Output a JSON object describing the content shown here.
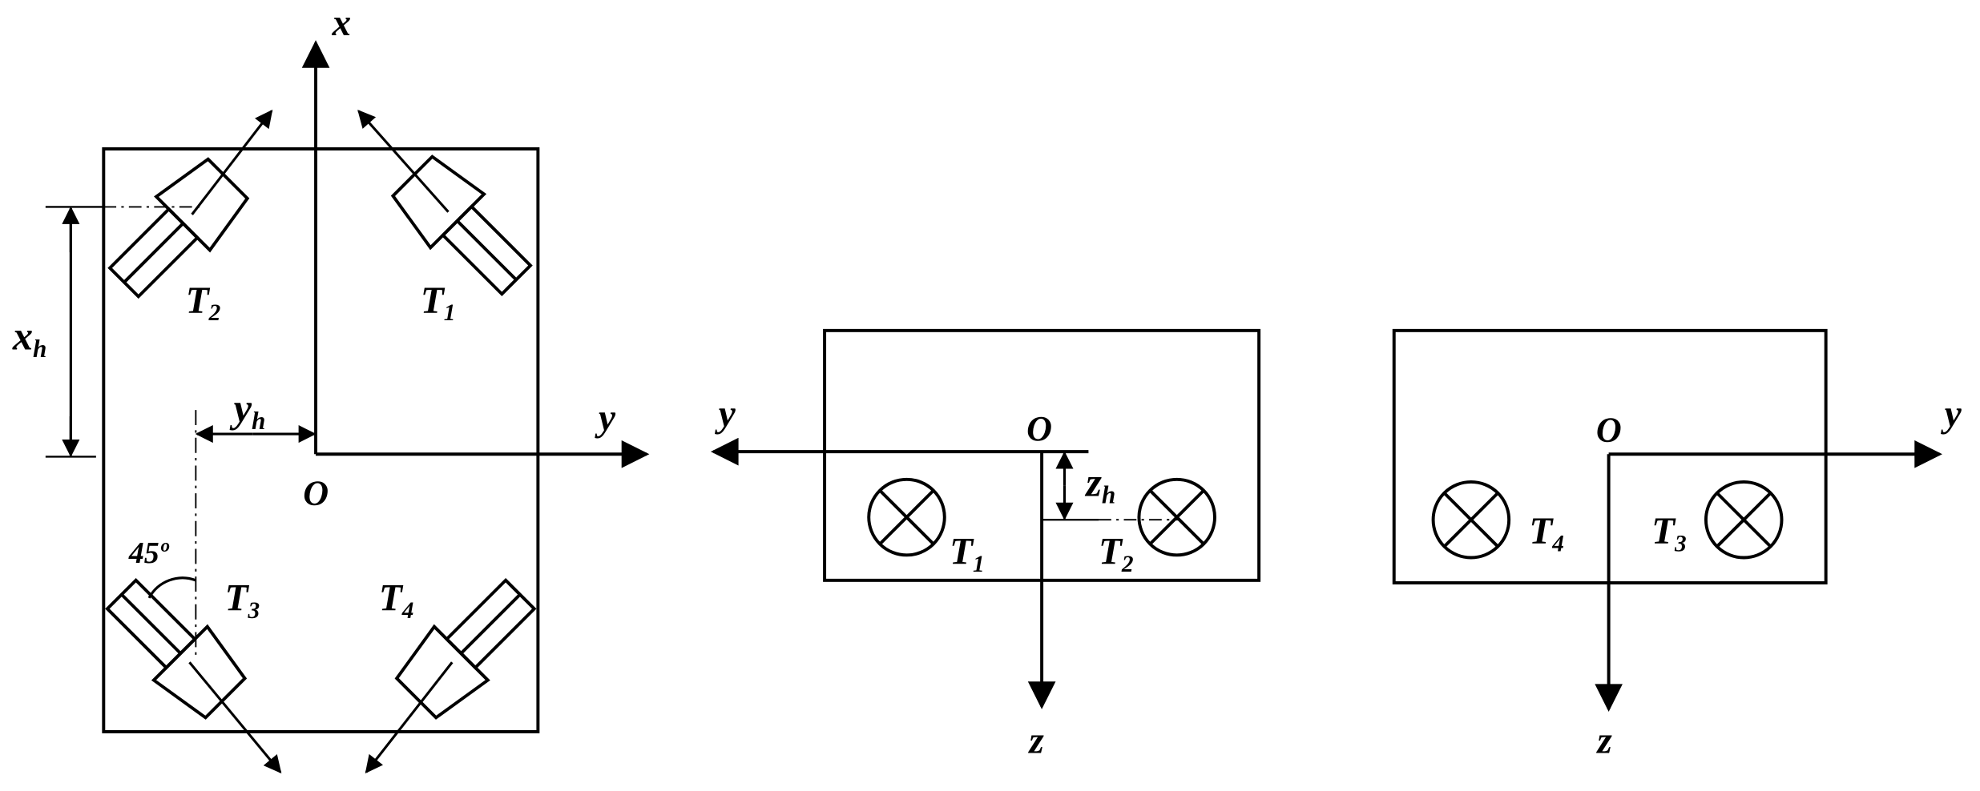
{
  "labels": {
    "x": "x",
    "y": "y",
    "z": "z",
    "O": "O",
    "T": "T",
    "h": "h",
    "one": "1",
    "two": "2",
    "three": "3",
    "four": "4",
    "angle": "45º"
  },
  "colors": {
    "stroke": "#000000",
    "background": "#ffffff"
  }
}
